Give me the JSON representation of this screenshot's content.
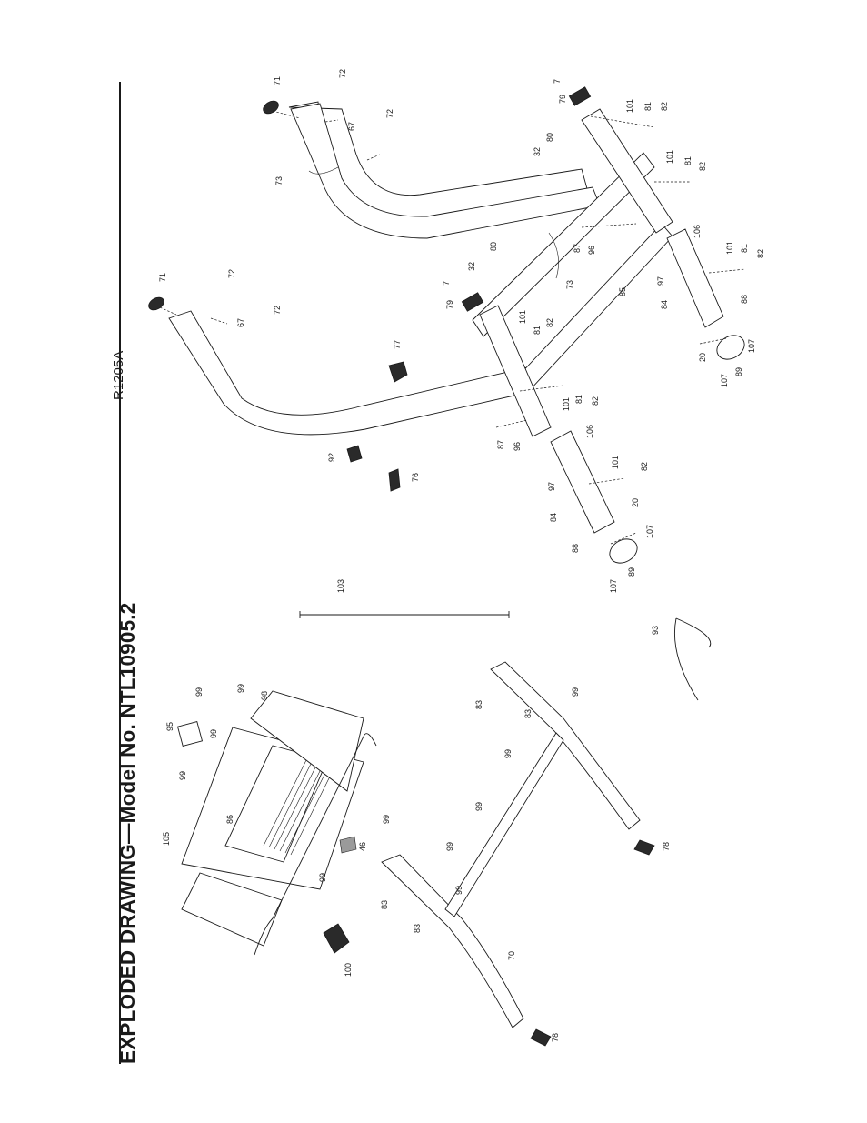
{
  "title": "EXPLODED DRAWING—Model No. NTL10905.2",
  "drawing_code": "R1205A",
  "callouts": {
    "c7a": "7",
    "c79a": "79",
    "c101a": "101",
    "c81a": "81",
    "c82a": "82",
    "c80a": "80",
    "c32a": "32",
    "c71a": "71",
    "c72a": "72",
    "c67a": "67",
    "c72b": "72",
    "c73a": "73",
    "c101b": "101",
    "c81b": "81",
    "c82b": "82",
    "c87a": "87",
    "c96a": "96",
    "c106a": "106",
    "c81c": "81",
    "c82c": "82",
    "c101c": "101",
    "c80b": "80",
    "c7b": "7",
    "c32b": "32",
    "c73b": "73",
    "c97a": "97",
    "c88a": "88",
    "c84a": "84",
    "c85a": "85",
    "c79b": "79",
    "c101d": "101",
    "c81d": "81",
    "c82d": "82",
    "c20a": "20",
    "c107a": "107",
    "c89a": "89",
    "c107b": "107",
    "c71b": "71",
    "c72c": "72",
    "c67b": "67",
    "c72d": "72",
    "c77a": "77",
    "c101e": "101",
    "c81e": "81",
    "c82e": "82",
    "c87b": "87",
    "c96b": "96",
    "c106b": "106",
    "c92a": "92",
    "c76a": "76",
    "c101f": "101",
    "c82f": "82",
    "c97b": "97",
    "c20b": "20",
    "c84b": "84",
    "c107c": "107",
    "c88b": "88",
    "c89b": "89",
    "c107d": "107",
    "c103a": "103",
    "c93a": "93",
    "c95a": "95",
    "c99a": "99",
    "c99b": "99",
    "c99c": "99",
    "c98a": "98",
    "c99d": "99",
    "c105a": "105",
    "c86a": "86",
    "c99e": "99",
    "c46a": "46",
    "c99f": "99",
    "c100a": "100",
    "c83a": "83",
    "c99g": "99",
    "c99h": "99",
    "c99i": "99",
    "c99j": "99",
    "c99k": "99",
    "c83b": "83",
    "c83c": "83",
    "c83d": "83",
    "c70a": "70",
    "c78a": "78",
    "c78b": "78"
  }
}
